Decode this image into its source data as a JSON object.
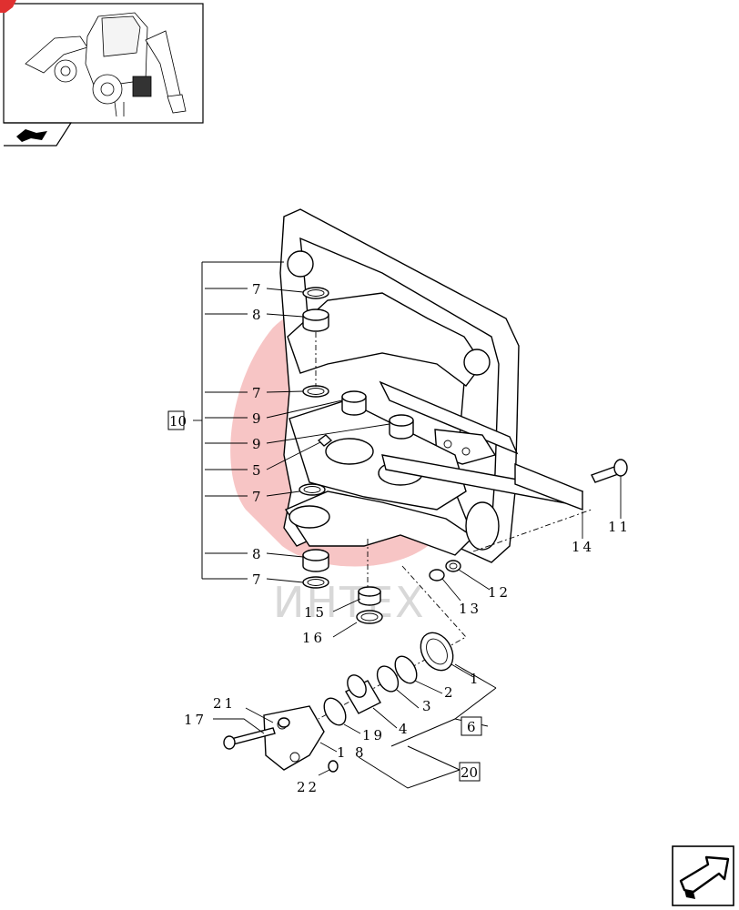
{
  "thumbnail": {
    "icon": "backhoe-loader-icon",
    "badge_icon": "book-icon"
  },
  "nav": {
    "icon": "next-page-arrow-icon"
  },
  "watermark": {
    "text": "ИНТЕХ",
    "color": "#e85a5a"
  },
  "callouts": {
    "c7a": "7",
    "c8a": "8",
    "c7b": "7",
    "c9a": "9",
    "c9b": "9",
    "c5": "5",
    "c7c": "7",
    "c8b": "8",
    "c7d": "7",
    "c11": "11",
    "c14": "14",
    "c12": "12",
    "c13": "13",
    "c15": "15",
    "c16": "16",
    "c1": "1",
    "c2": "2",
    "c3": "3",
    "c4": "4",
    "c19": "19",
    "c18a": "1",
    "c18b": "8",
    "c17": "17",
    "c21": "21",
    "c22": "22"
  },
  "boxes": {
    "b10": "10",
    "b6": "6",
    "b20": "20"
  }
}
